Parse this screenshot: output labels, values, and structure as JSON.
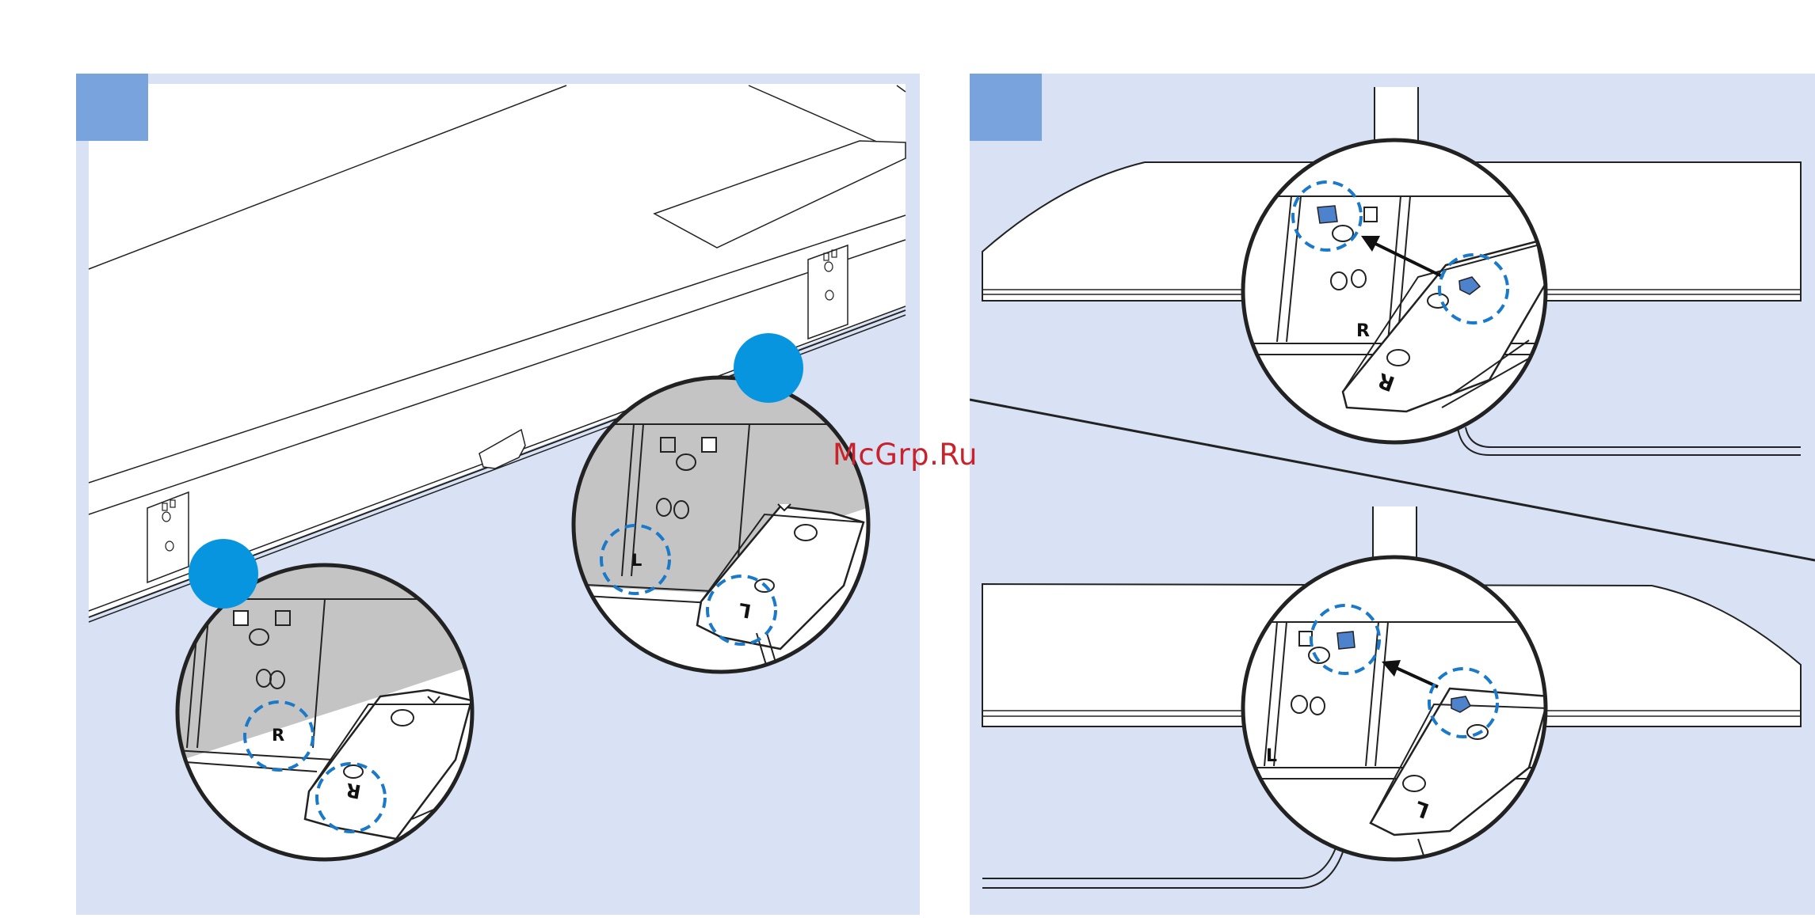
{
  "watermark": "McGrp.Ru",
  "labels": {
    "right_marker": "R",
    "left_marker": "L",
    "right_bracket": "R",
    "left_bracket": "L"
  },
  "colors": {
    "panel_bg": "#d8e2f4",
    "step_square": "#78a3dc",
    "callout_dot": "#0795e0",
    "dashed_circle": "#1a79c9",
    "highlight_fill": "#4f82cc",
    "zoom_gray": "#c4c4c4",
    "watermark": "#c8232c"
  },
  "icons": {
    "step_marker": "filled-square",
    "callout_marker": "filled-circle",
    "move_direction": "arrow"
  }
}
